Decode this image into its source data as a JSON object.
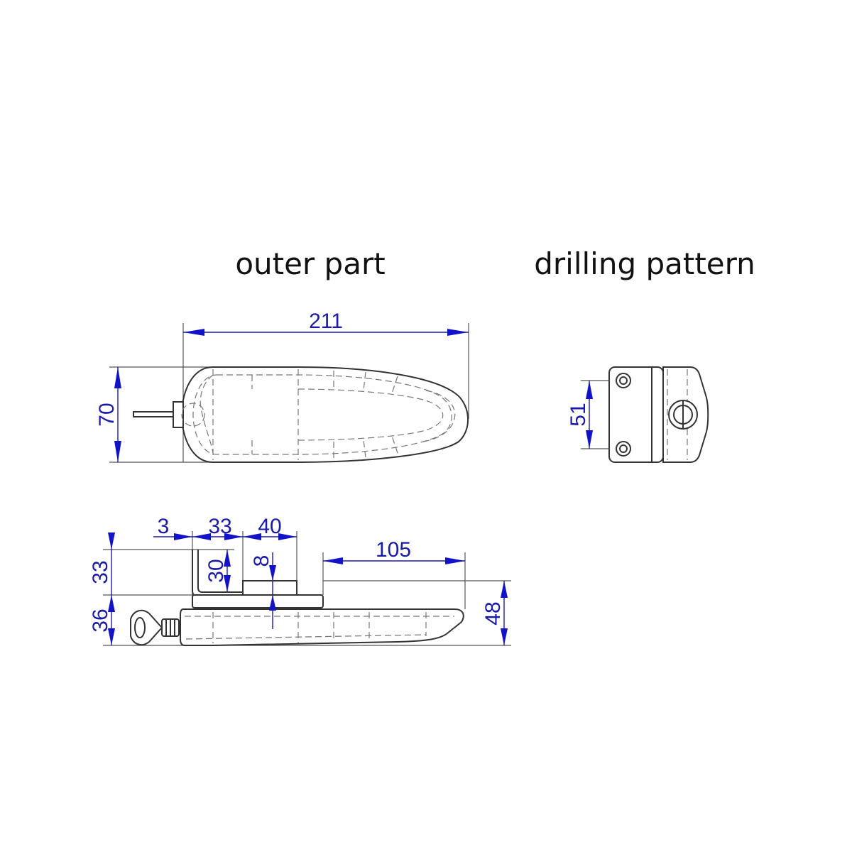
{
  "titles": {
    "outer_part": "outer part",
    "drilling_pattern": "drilling pattern"
  },
  "dimensions": {
    "length": "211",
    "width": "70",
    "hole_spacing": "51",
    "offset_small": "3",
    "offset_bracket": "33",
    "offset_block": "40",
    "bracket_height": "33",
    "bracket_inner": "30",
    "plate_thickness": "8",
    "front_length": "105",
    "body_height_left": "36",
    "body_height_right": "48"
  },
  "colors": {
    "dimension": "#1a1aa8",
    "arrow": "#1212c8",
    "outline": "#333333"
  }
}
